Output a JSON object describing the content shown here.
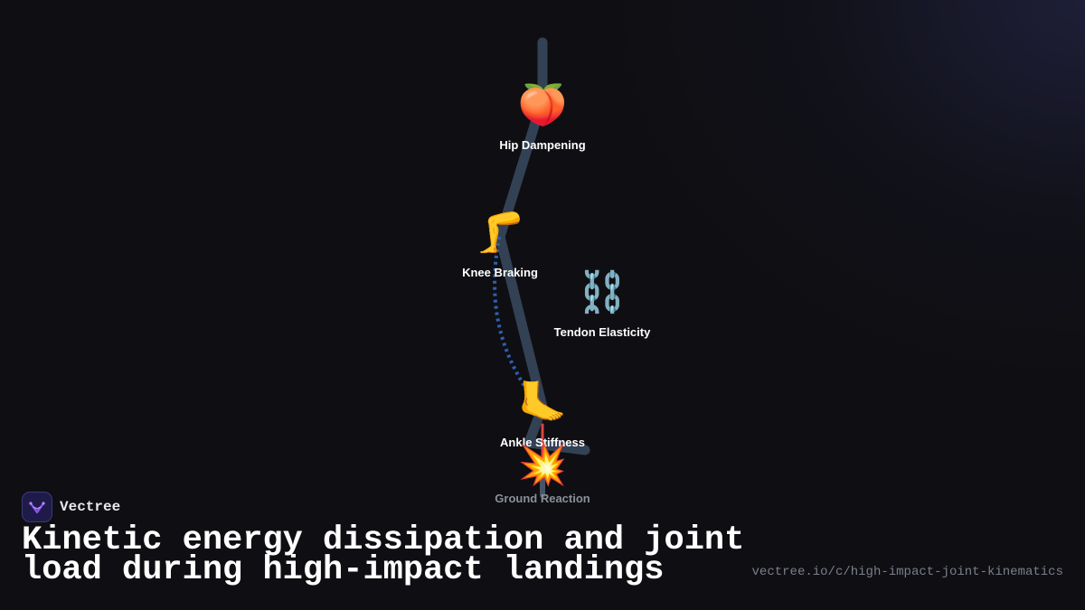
{
  "brand": {
    "name": "Vectree",
    "logo_icon": "vectree-logo-icon",
    "accent": "#8b5cf6"
  },
  "title": "Kinetic energy dissipation and joint load during high-impact landings",
  "url": "vectree.io/c/high-impact-joint-kinematics",
  "colors": {
    "background": "#0f0f13",
    "limb": "#334155",
    "tendon_path": "#2f5fb3",
    "impact_line": "#d9463e",
    "label": "#ffffff",
    "muted_label": "#8c8f99"
  },
  "nodes": [
    {
      "id": "hip",
      "icon": "peach-icon",
      "glyph": "🍑",
      "label": "Hip Dampening"
    },
    {
      "id": "knee",
      "icon": "leg-icon",
      "glyph": "🦵",
      "label": "Knee Braking"
    },
    {
      "id": "tendon",
      "icon": "chain-icon",
      "glyph": "⛓️",
      "label": "Tendon Elasticity"
    },
    {
      "id": "ankle",
      "icon": "foot-icon",
      "glyph": "🦶",
      "label": "Ankle Stiffness"
    },
    {
      "id": "ground",
      "icon": "collision-icon",
      "glyph": "💥",
      "label": "Ground Reaction"
    }
  ]
}
